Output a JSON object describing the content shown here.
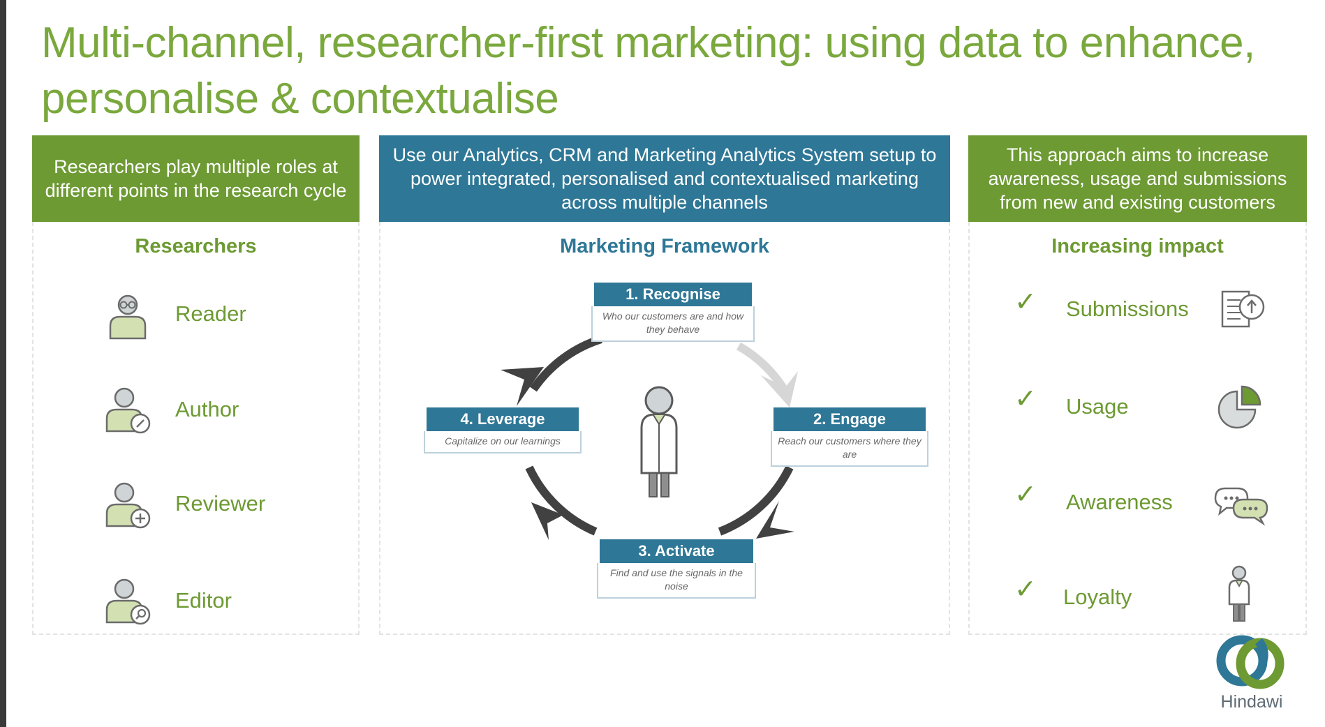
{
  "slide": {
    "title_line1": "Multi-channel, researcher-first marketing: using data to enhance,",
    "title_line2": "personalise & contextualise"
  },
  "columns": {
    "left": {
      "header": "Researchers play multiple roles at different points in the research cycle",
      "title": "Researchers",
      "roles": [
        {
          "label": "Reader",
          "icon": "reader-icon"
        },
        {
          "label": "Author",
          "icon": "author-icon"
        },
        {
          "label": "Reviewer",
          "icon": "reviewer-icon"
        },
        {
          "label": "Editor",
          "icon": "editor-icon"
        }
      ]
    },
    "center": {
      "header": "Use our Analytics, CRM and Marketing Analytics System setup to power integrated, personalised and contextualised marketing across multiple channels",
      "title": "Marketing Framework",
      "stages": [
        {
          "title": "1. Recognise",
          "desc": "Who our customers are and how they behave"
        },
        {
          "title": "2. Engage",
          "desc": "Reach our customers where they are"
        },
        {
          "title": "3. Activate",
          "desc": "Find and use the signals in the noise"
        },
        {
          "title": "4. Leverage",
          "desc": "Capitalize on our learnings"
        }
      ]
    },
    "right": {
      "header": "This approach aims to increase awareness, usage and submissions from new and existing customers",
      "title": "Increasing impact",
      "check": "✓",
      "items": [
        {
          "label": "Submissions",
          "icon": "submission-document-icon"
        },
        {
          "label": "Usage",
          "icon": "pie-chart-icon"
        },
        {
          "label": "Awareness",
          "icon": "speech-bubbles-icon"
        },
        {
          "label": "Loyalty",
          "icon": "person-icon"
        }
      ]
    }
  },
  "logo": {
    "text": "Hindawi"
  },
  "colors": {
    "green": "#6d9a33",
    "blue": "#2e7796",
    "title_green": "#7aa83d",
    "gray": "#7b7b7b"
  }
}
